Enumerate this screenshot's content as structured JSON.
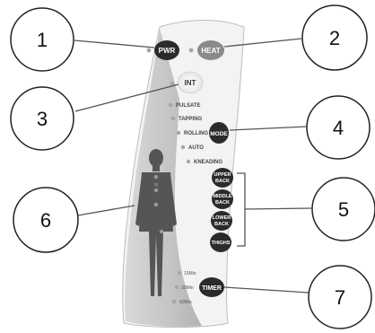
{
  "callouts": [
    "1",
    "2",
    "3",
    "4",
    "5",
    "6",
    "7"
  ],
  "buttons": {
    "pwr": "PWR",
    "heat": "HEAT",
    "int": "INT",
    "mode": "MODE",
    "upper_back": [
      "UPPER",
      "BACK"
    ],
    "middle_back": [
      "MIDDLE",
      "BACK"
    ],
    "lower_back": [
      "LOWER",
      "BACK"
    ],
    "thighs": "THIGHS",
    "timer": "TIMER"
  },
  "modes": [
    "PULSATE",
    "TAPPING",
    "ROLLING",
    "AUTO",
    "KNEADING"
  ],
  "timer_options": [
    "15Min",
    "30Min",
    "60Min"
  ],
  "colors": {
    "button": "#2b2b2b",
    "heat_button": "#8a8a8a",
    "indicator": "#a6a6a6",
    "panel_stroke": "#bdbdbd",
    "body_silhouette": "#555555"
  }
}
